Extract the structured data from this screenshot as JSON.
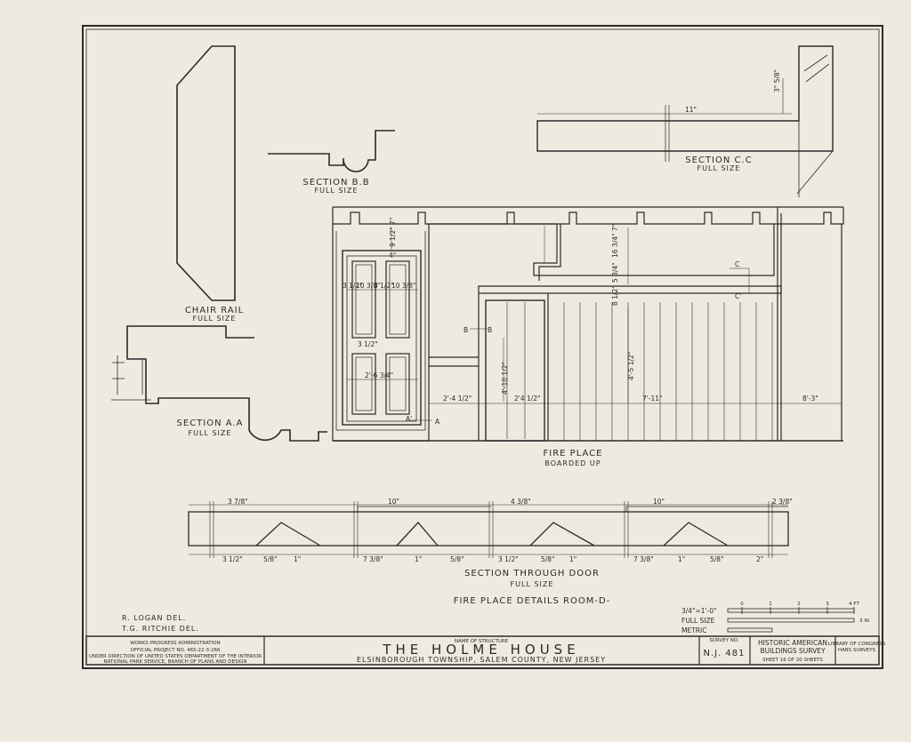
{
  "drawing": {
    "chair_rail_label": "CHAIR RAIL",
    "chair_rail_sub": "FULL SIZE",
    "section_bb_label": "SECTION  B.B",
    "section_bb_sub": "FULL SIZE",
    "section_cc_label": "SECTION  C.C",
    "section_cc_sub": "FULL SIZE",
    "section_aa_label": "SECTION  A.A",
    "section_aa_sub": "FULL SIZE",
    "fireplace_label": "FIRE PLACE",
    "fireplace_sub": "BOARDED UP",
    "door_section_label": "SECTION THROUGH DOOR",
    "door_section_sub": "FULL SIZE",
    "sheet_heading": "FIRE PLACE DETAILS  ROOM-D-",
    "markers": {
      "c": "C",
      "c_prime": "C'",
      "b": "B",
      "a": "A",
      "a_prime": "A'"
    },
    "dimensions": {
      "cc_width": "11\"",
      "cc_side": "3\" 5/8\"",
      "wall_top": "9 1/2\"  7\"",
      "mantel_top": "16 3/4\"  7\"",
      "mantel_shelf": "5 3/4\"",
      "mantel_board": "8 1/2\"",
      "opening_h": "4'-10 1/2\"",
      "wall_h": "4'-5 1/2\"",
      "left_w": "2'-4 1/2\"",
      "jamb_w": "2'4 1/2\"",
      "center_w": "7'-11\"",
      "right_w": "8'-3\"",
      "door_top": "3 1/2\"",
      "door_panel_a": "10 3/8\"",
      "door_panel_b": "3 1/2\"",
      "door_panel_c": "10 3/8\"",
      "door_w": "2'-6 3/4\"",
      "door_side_a": "4\"",
      "door_side_b": "3 1/2\""
    },
    "door_section_top": [
      "3 7/8\"",
      "10\"",
      "4 3/8\"",
      "10\"",
      "2 3/8\""
    ],
    "door_section_bottom": [
      "3 1/2\"",
      "5/8\"",
      "1\"",
      "7 3/8\"",
      "1\"",
      "5/8\"",
      "3 1/2\"",
      "5/8\"",
      "1\"",
      "7 3/8\"",
      "1\"",
      "5/8\"",
      "2\""
    ]
  },
  "scale_bar": {
    "rows": [
      "3/4\"=1'-0\"",
      "FULL SIZE",
      "METRIC"
    ],
    "ticks": [
      "0",
      "1",
      "2",
      "3",
      "4 FT"
    ],
    "inch_label": "3 IN"
  },
  "credits": [
    "R. LOGAN  DEL.",
    "T.G. RITCHIE  DEL."
  ],
  "title_block": {
    "agency": "WORKS PROGRESS ADMINISTRATION",
    "project": "OFFICIAL  PROJECT  NO. 465-22-3-266",
    "direction_1": "UNDER DIRECTION OF UNITED STATES DEPARTMENT OF THE INTERIOR",
    "direction_2": "NATIONAL PARK SERVICE, BRANCH OF PLANS AND DESIGN",
    "structure_caption": "NAME OF STRUCTURE",
    "structure_name": "THE  HOLME  HOUSE",
    "location": "ELSINBOROUGH  TOWNSHIP,  SALEM  COUNTY,  NEW JERSEY",
    "survey_caption": "SURVEY NO.",
    "survey_number": "N.J. 481",
    "habs_title_1": "HISTORIC AMERICAN",
    "habs_title_2": "BUILDINGS SURVEY",
    "sheet_info": "SHEET  16  OF 20  SHEETS",
    "library_1": "LIBRARY OF CONGRESS",
    "library_2": "HABS SURVEYS"
  }
}
